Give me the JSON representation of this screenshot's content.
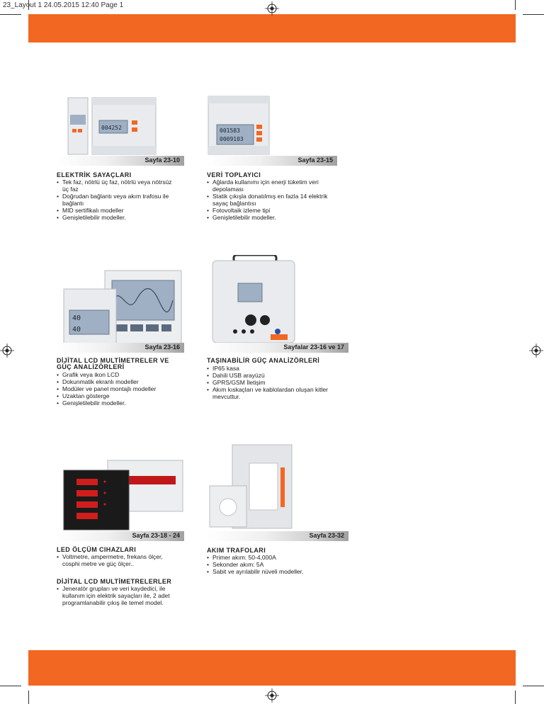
{
  "slug": "23_Layout 1  24.05.2015  12:40  Page 1",
  "colors": {
    "brand": "#f26722",
    "device": "#e9ebee",
    "screen": "#9fb0c4",
    "button": "#f26722"
  },
  "products": [
    {
      "id": "p1",
      "page_ref": "Sayfa 23-10",
      "title": "ELEKTRİK SAYAÇLARI",
      "bullets": [
        "Tek faz, nötrlü üç faz, nötrlü veya nötrsüz üç faz",
        "Doğrudan bağlantı veya akım trafosu ile bağlantı",
        "MID sertifikalı modeller",
        "Genişletilebilir modeller."
      ],
      "screen_text": "004252"
    },
    {
      "id": "p2",
      "page_ref": "Sayfa 23-15",
      "title": "VERİ TOPLAYICI",
      "bullets": [
        "Ağlarda kullanımı için enerji tüketim veri depolaması",
        "Statik çıkışla donatılmış en fazla 14 elektrik sayaç bağlantısı",
        "Fotovoltaik izleme tipi",
        "Genişletilebilir modeller."
      ],
      "screen_lines": [
        "001583",
        "0009103"
      ]
    },
    {
      "id": "p3",
      "page_ref": "Sayfa 23-16",
      "title_lines": [
        "DİJİTAL LCD MULTİMETRELER VE",
        "GÜÇ ANALİZÖRLERİ"
      ],
      "bullets": [
        "Grafik veya ikon LCD",
        "Dokunmatik ekranlı modeller",
        "Modüler ve panel montajlı modeller",
        "Uzaktan gösterge",
        "Genişletilebilir modeller."
      ],
      "screen_lines": [
        "40",
        "40"
      ]
    },
    {
      "id": "p4",
      "page_ref": "Sayfalar 23-16 ve 17",
      "title": "TAŞINABİLİR GÜÇ ANALİZÖRLERİ",
      "bullets": [
        "IP65 kasa",
        "Dahili USB arayüzü",
        "GPRS/GSM İletişim",
        "Akım kıskaçları ve kablolardan oluşan kitler mevcuttur."
      ]
    },
    {
      "id": "p5",
      "page_ref": "Sayfa 23-18 - 24",
      "title": "LED ÖLÇÜM CIHAZLARI",
      "bullets": [
        "Voltmetre, ampermetre, frekans ölçer, cosphi metre ve güç ölçer.."
      ],
      "title2": "DİJİTAL LCD MULTİMETRELERLER",
      "bullets2": [
        "Jeneratör grupları ve veri kaydedici, ile kullanım için elektrik sayaçları ile, 2 adet programlanabilir çıkış ile temel model."
      ]
    },
    {
      "id": "p6",
      "page_ref": "Sayfa 23-32",
      "title": "AKIM TRAFOLARI",
      "bullets": [
        "Primer akım: 50-4,000A",
        "Sekonder akım: 5A",
        "Sabit ve ayrılabilir nüveli modeller."
      ]
    }
  ]
}
